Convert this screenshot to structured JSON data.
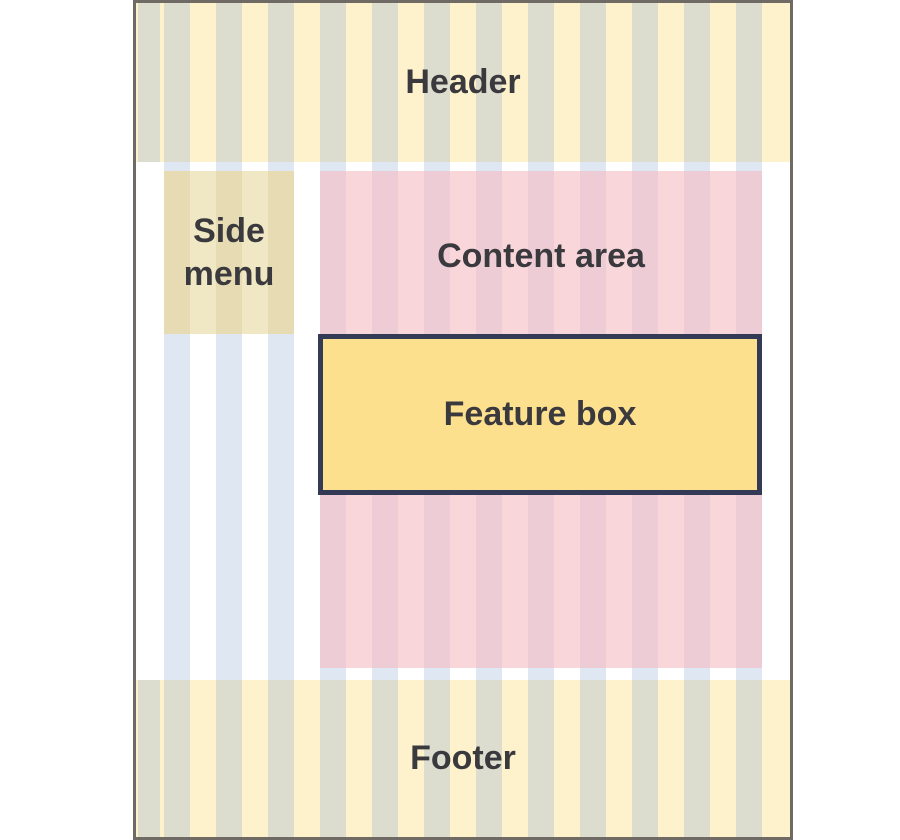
{
  "grid": {
    "columns": 12
  },
  "blocks": {
    "header": {
      "label": "Header"
    },
    "side_menu": {
      "label": "Side menu"
    },
    "content": {
      "label": "Content area"
    },
    "feature": {
      "label": "Feature box"
    },
    "footer": {
      "label": "Footer"
    }
  },
  "colors": {
    "page-border": "#6f6b64",
    "track-blue": "#dfe7f3",
    "band-yellow": "#fdf2cc",
    "band-olive": "#dcddcf",
    "tan-dark": "#e6dbb3",
    "tan-light": "#f0e7c4",
    "pink-dark": "#eeccd5",
    "pink-light": "#f8d6da",
    "feature-fill": "#fde08e",
    "feature-border": "#323a55",
    "label-text": "#3a393e"
  }
}
